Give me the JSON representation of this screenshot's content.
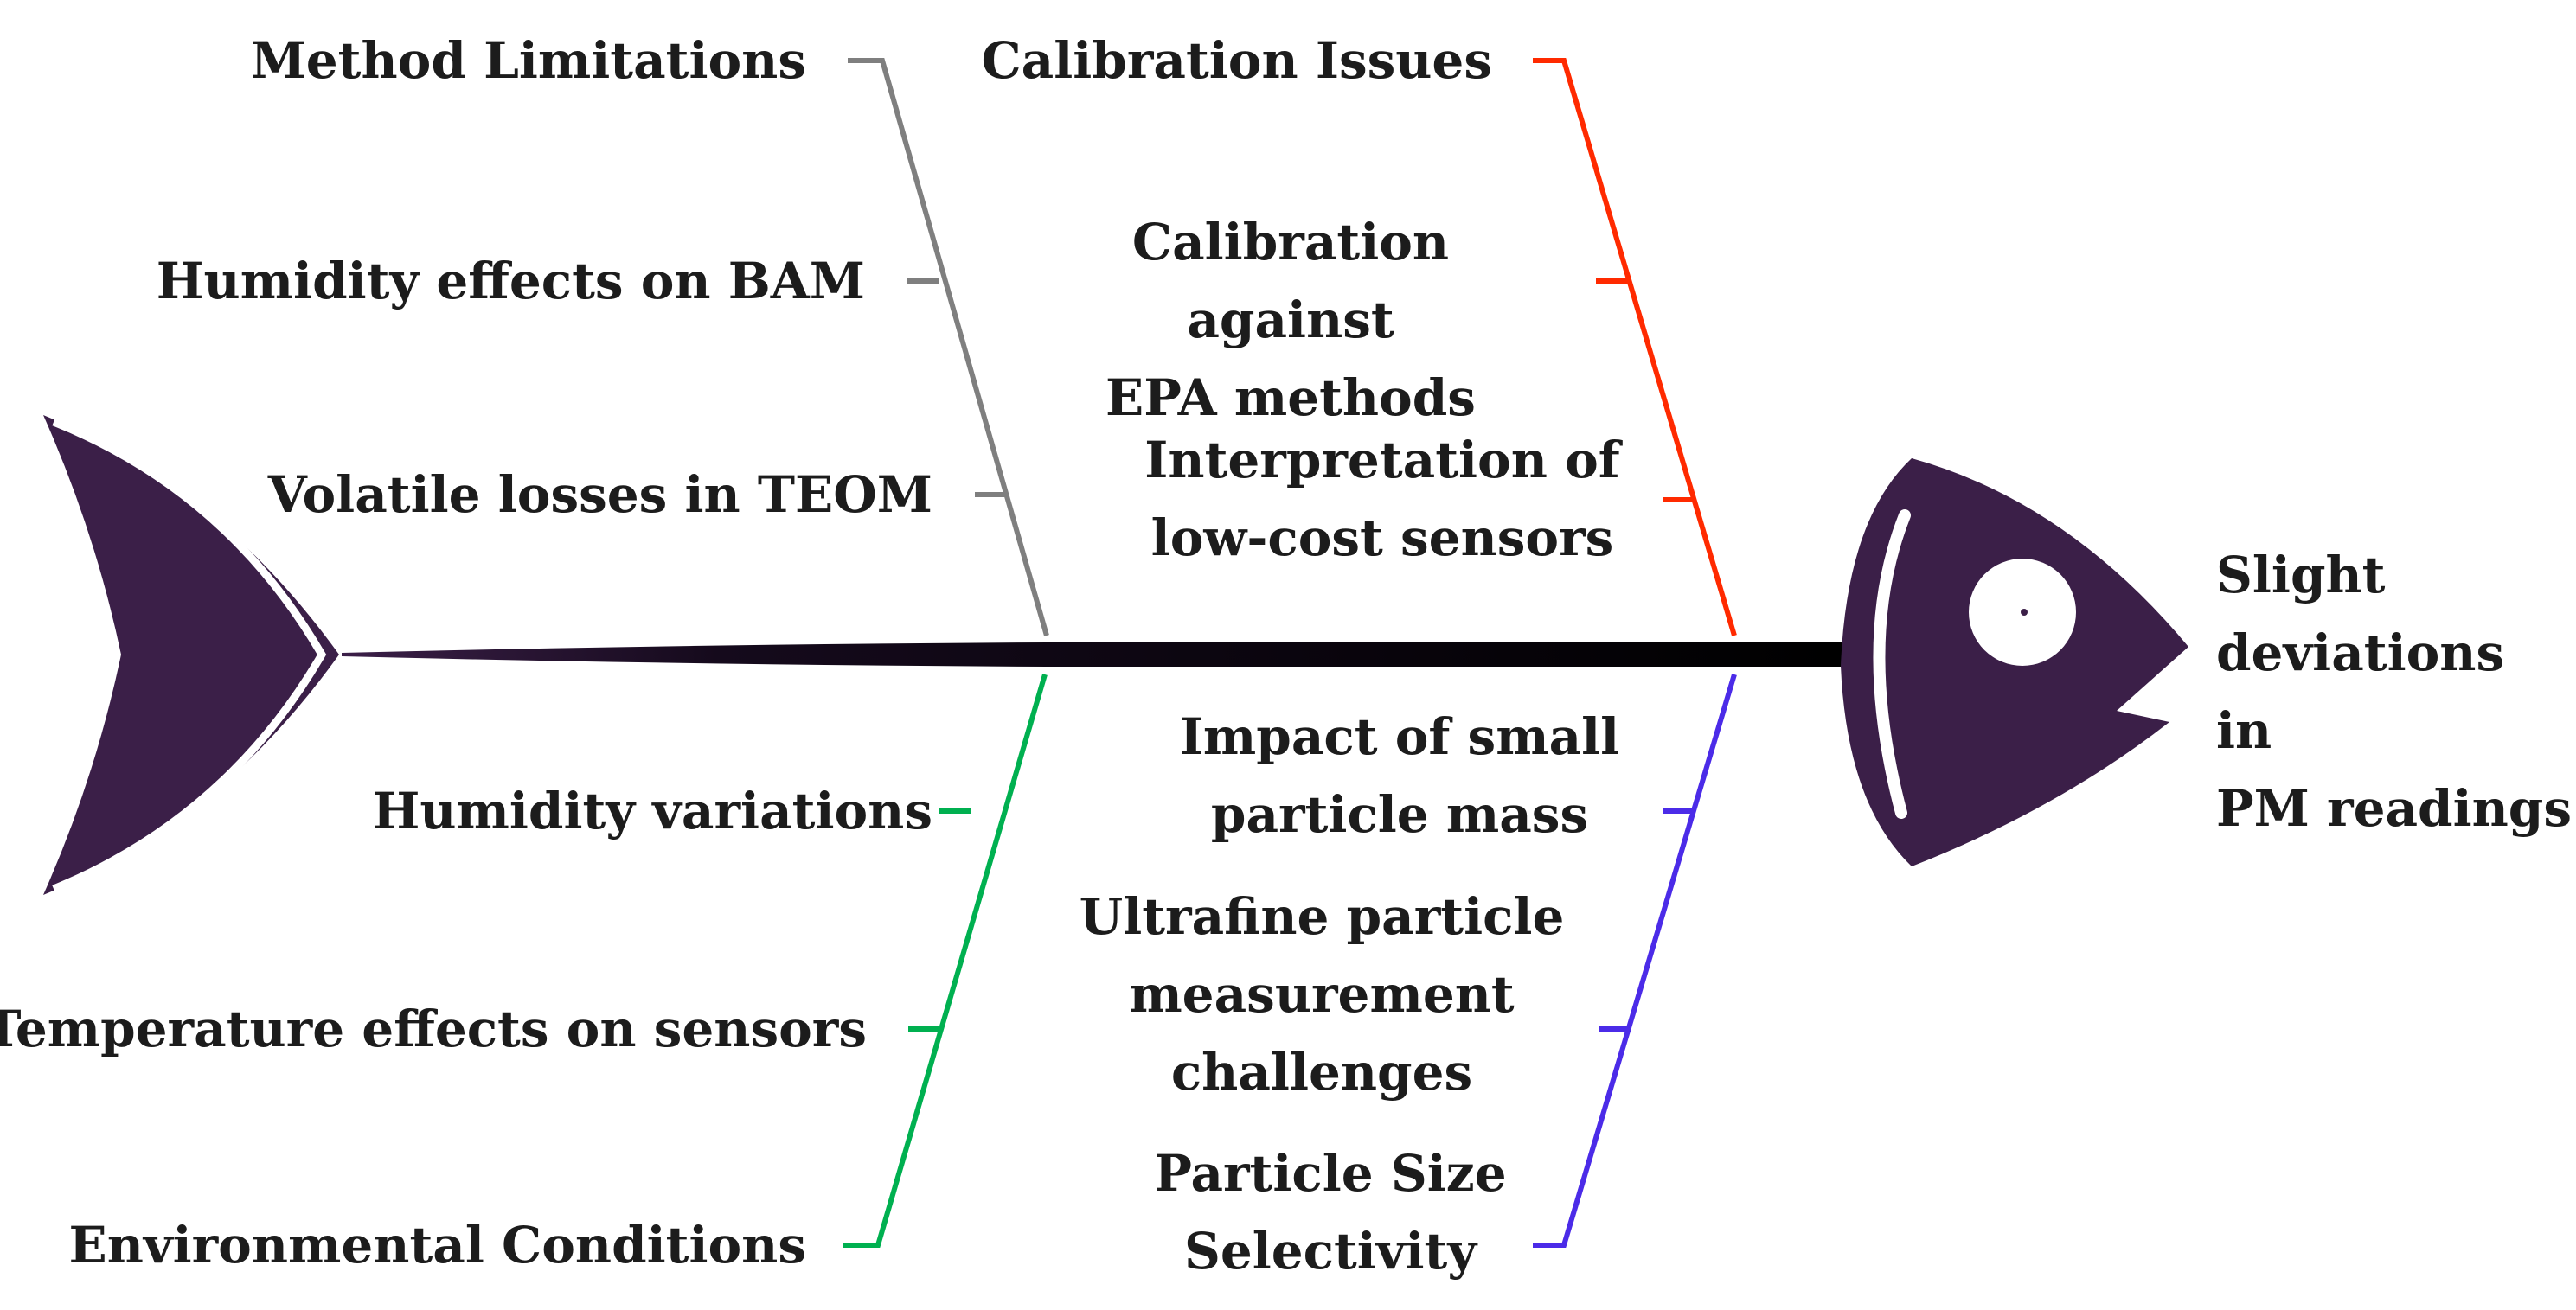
{
  "effect": {
    "text": "Slight\ndeviations in\nPM readings"
  },
  "categories": {
    "method": {
      "title": "Method Limitations",
      "color": "#7f7f7f",
      "causes": [
        "Humidity effects on BAM",
        "Volatile losses in TEOM"
      ]
    },
    "calibration": {
      "title": "Calibration Issues",
      "color": "#ff2a00",
      "causes": [
        "Calibration against\nEPA methods",
        "Interpretation of\nlow-cost sensors"
      ]
    },
    "environment": {
      "title": "Environmental Conditions",
      "color": "#00b050",
      "causes": [
        "Humidity variations",
        "Temperature effects on sensors"
      ]
    },
    "particle": {
      "title": "Particle Size\nSelectivity",
      "color": "#4b2be8",
      "causes": [
        "Impact of small\nparticle mass",
        "Ultrafine particle\nmeasurement\nchallenges"
      ]
    }
  },
  "colors": {
    "fish": "#3b1f48",
    "spine": "#000000",
    "text": "#1c1c1c"
  }
}
